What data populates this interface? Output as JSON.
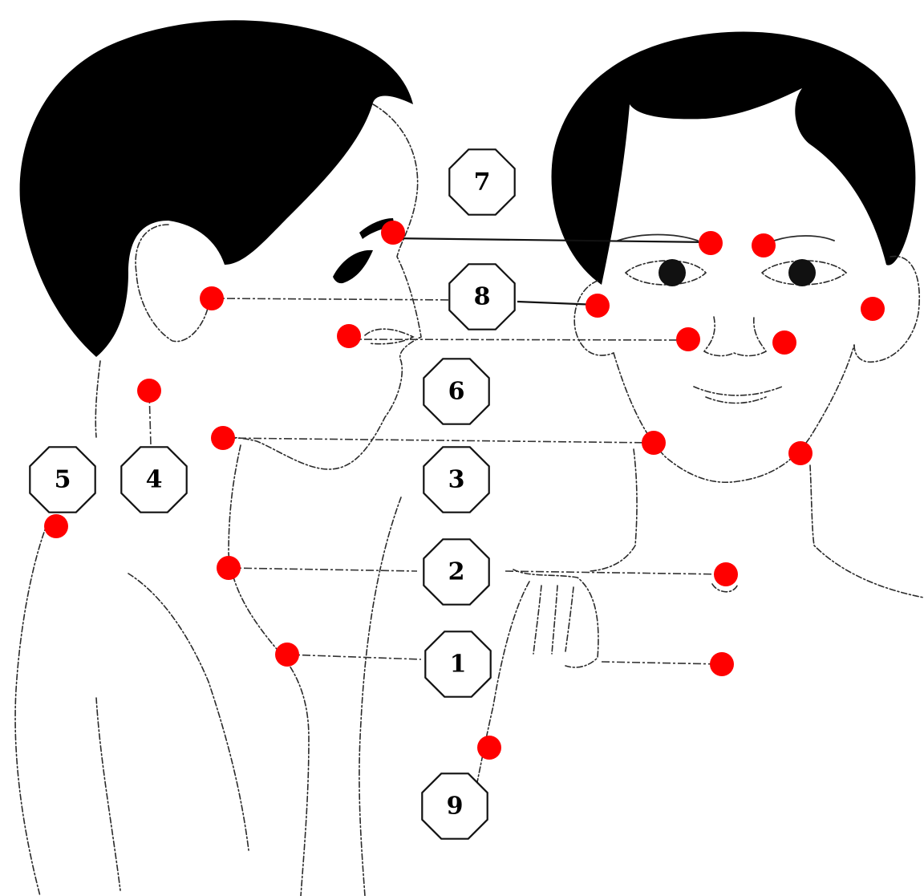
{
  "colors": {
    "point": "#ff0000",
    "hair": "#000000",
    "line": "#2a2a2a",
    "background": "#ffffff"
  },
  "labels": [
    "7",
    "8",
    "6",
    "5",
    "4",
    "3",
    "2",
    "1",
    "9"
  ]
}
